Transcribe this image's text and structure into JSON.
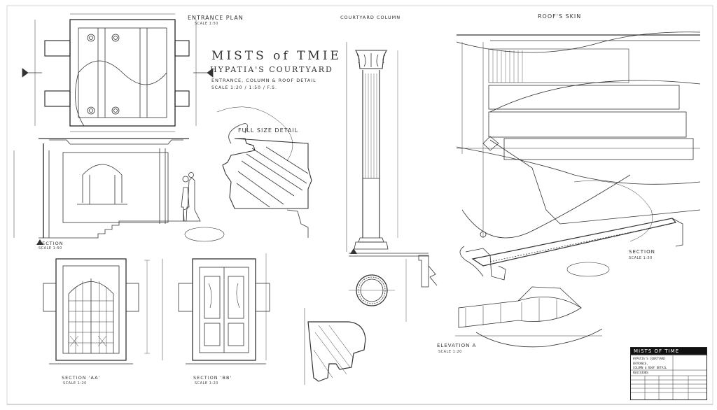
{
  "title_block_main": {
    "line1": "MISTS of TMIE",
    "line2": "HYPATIA'S COURTYARD",
    "line3": "ENTRANCE, COLUMN & ROOF DETAIL",
    "line4": "SCALE 1:20 / 1:50 / F.S."
  },
  "views": {
    "entrance_plan": "ENTRANCE PLAN",
    "entrance_plan_scale": "SCALE 1:50",
    "courtyard_column": "COURTYARD COLUMN",
    "roof_skin": "ROOF'S SKIN",
    "full_size_detail": "FULL SIZE DETAIL",
    "section_left": "SECTION",
    "section_left_scale": "SCALE 1:50",
    "section_aa": "SECTION 'AA'",
    "section_aa_scale": "SCALE 1:20",
    "section_bb": "SECTION 'BB'",
    "section_bb_scale": "SCALE 1:20",
    "section_right": "SECTION",
    "section_right_scale": "SCALE 1:50",
    "elevation": "ELEVATION A",
    "elevation_scale": "SCALE 1:20"
  },
  "title_block": {
    "header": "MISTS OF TIME",
    "rows": [
      "HYPATIA'S COURTYARD",
      "ENTRANCE,",
      "COLUMN & ROOF DETAIL",
      "REVISIONS"
    ]
  }
}
